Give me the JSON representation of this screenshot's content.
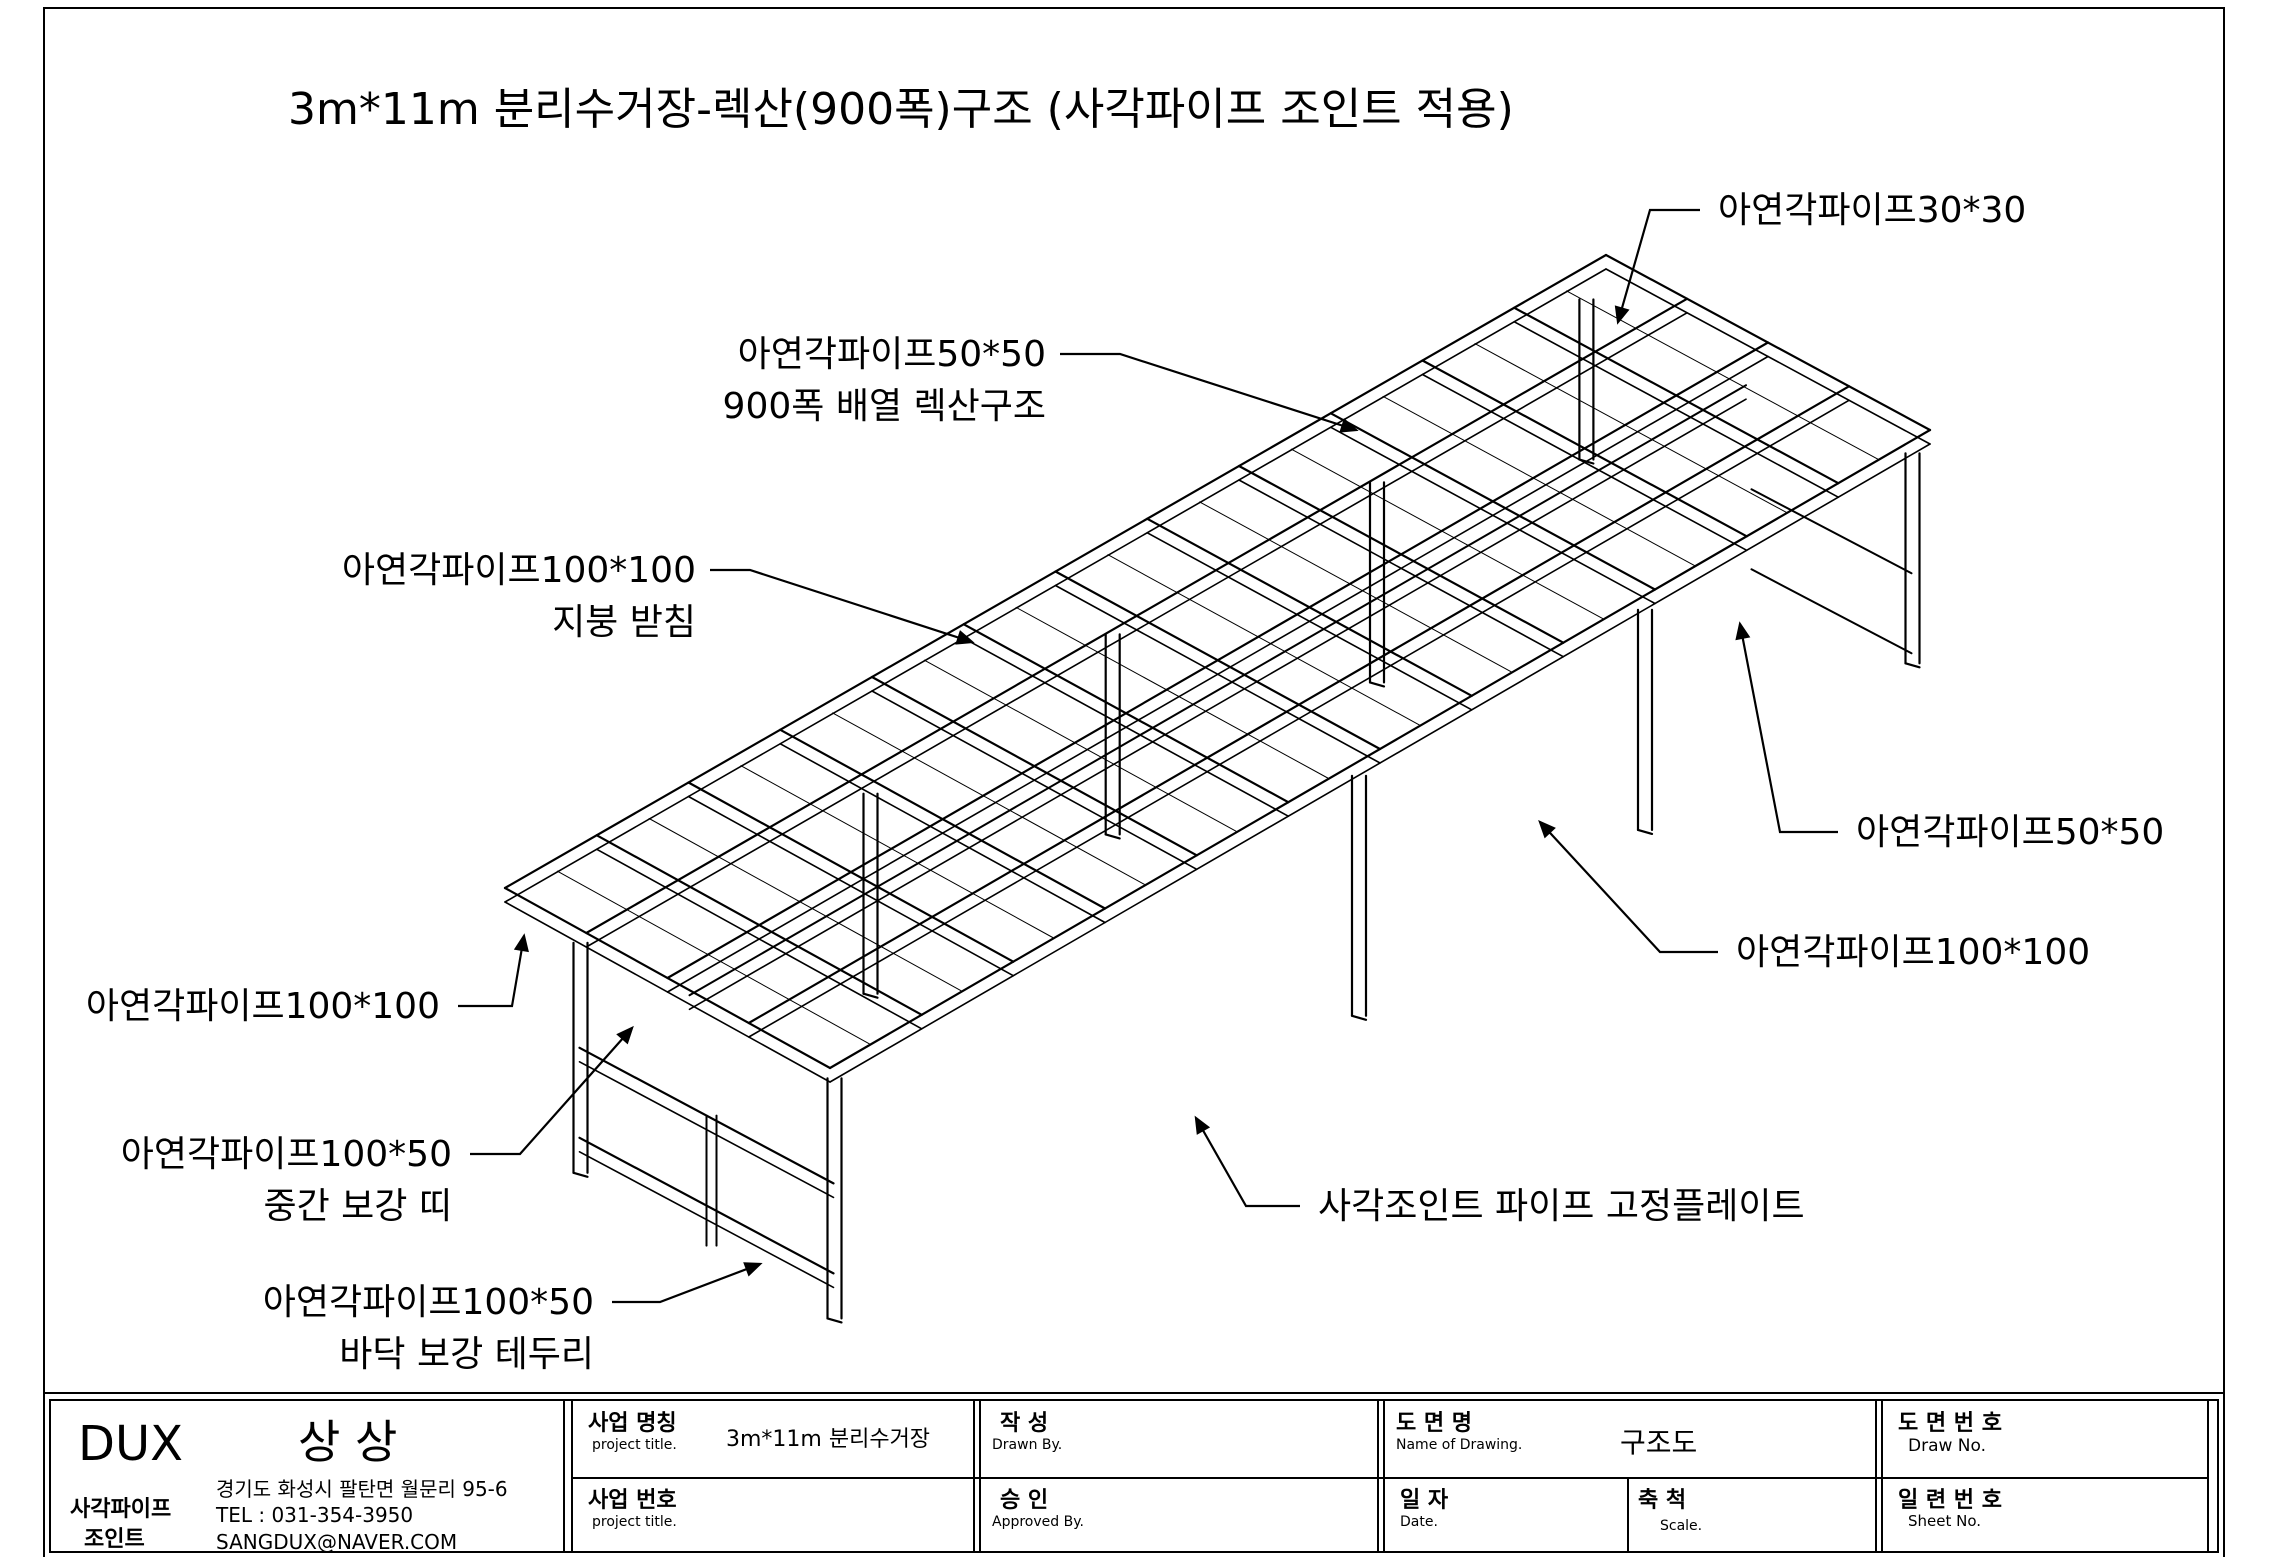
{
  "title": "3m*11m 분리수거장-렉산(900폭)구조  (사각파이프 조인트 적용)",
  "callouts": {
    "pipe_30": "아연각파이프30*30",
    "pipe_50_top": "아연각파이프50*50",
    "pipe_50_top_sub": "900폭 배열 렉산구조",
    "pipe_100_roof": "아연각파이프100*100",
    "pipe_100_roof_sub": "지붕 받침",
    "pipe_50_right": "아연각파이프50*50",
    "pipe_100_right": "아연각파이프100*100",
    "pipe_100_left": "아연각파이프100*100",
    "pipe_100x50_mid": "아연각파이프100*50",
    "pipe_100x50_mid_sub": "중간 보강  띠",
    "plate": "사각조인트 파이프 고정플레이트",
    "pipe_100x50_bottom": "아연각파이프100*50",
    "pipe_100x50_bottom_sub": "바닥 보강 테두리"
  },
  "title_block": {
    "company": "DUX",
    "company_korean": "상 상",
    "brand_line1": "사각파이프",
    "brand_line2": "조인트",
    "address": "경기도 화성시 팔탄면 월문리 95-6",
    "tel": "TEL : 031-354-3950",
    "email": "SANGDUX@NAVER.COM",
    "project_name_label": "사업 명칭",
    "project_name_label_en": "project title.",
    "project_name_value": "3m*11m 분리수거장",
    "project_no_label": "사업 번호",
    "project_no_label_en": "project title.",
    "drawn_label": "작   성",
    "drawn_label_en": "Drawn By.",
    "approved_label": "승   인",
    "approved_label_en": "Approved By.",
    "drawing_name_label": "도  면  명",
    "drawing_name_label_en": "Name of Drawing.",
    "drawing_name_value": "구조도",
    "date_label": "일   자",
    "date_label_en": "Date.",
    "scale_label": "축   척",
    "scale_label_en": "Scale.",
    "draw_no_label": "도 면 번 호",
    "draw_no_label_en": "Draw No.",
    "sheet_no_label": "일 련 번 호",
    "sheet_no_label_en": "Sheet No."
  }
}
